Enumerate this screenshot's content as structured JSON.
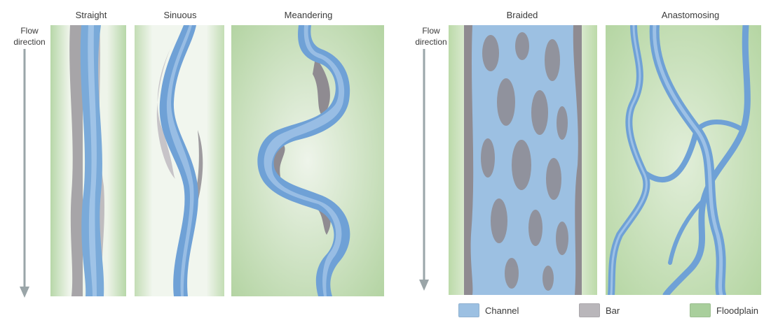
{
  "titles": {
    "straight": "Straight",
    "sinuous": "Sinuous",
    "meandering": "Meandering",
    "braided": "Braided",
    "anastomosing": "Anastomosing"
  },
  "flow_label": "Flow\ndirection",
  "legend": [
    {
      "label": "Channel",
      "color": "#9cc0e2"
    },
    {
      "label": "Bar",
      "color": "#b9b6ba"
    },
    {
      "label": "Floodplain",
      "color": "#a9cf9c"
    }
  ],
  "colors": {
    "floodplain": "#cfe3c5",
    "floodplain_light": "#eef4ea",
    "channel": "#6fa1d6",
    "channel_light": "#a9c9ea",
    "bar": "#8f8b91",
    "bar_light": "#c7c4c8",
    "arrow": "#9aa5a8"
  }
}
